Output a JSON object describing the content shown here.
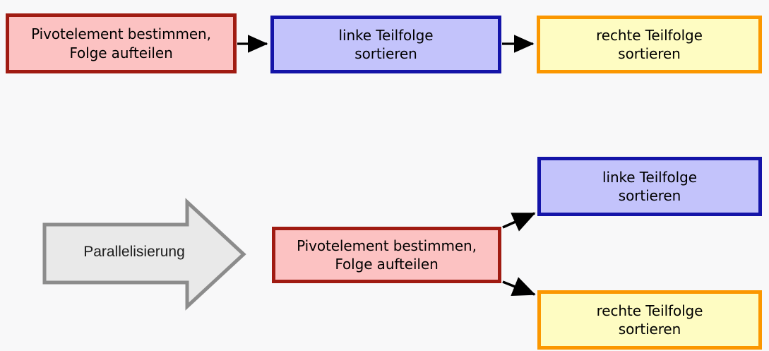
{
  "diagram": {
    "background_color": "#f8f8f9",
    "title": "",
    "big_arrow": {
      "label": "Parallelisierung",
      "fill": "#e9e9e9",
      "stroke": "#8c8c8c"
    },
    "connector_color": "#000000",
    "rows": {
      "sequential": {
        "nodes": [
          {
            "id": "split-top",
            "label": "Pivotelement bestimmen,\nFolge aufteilen",
            "fill": "#fcc2c2",
            "stroke": "#a01b12"
          },
          {
            "id": "left-top",
            "label": "linke Teilfolge\nsortieren",
            "fill": "#c3c3fb",
            "stroke": "#1414a8"
          },
          {
            "id": "right-top",
            "label": "rechte Teilfolge\nsortieren",
            "fill": "#fefcc2",
            "stroke": "#fb9700"
          }
        ]
      },
      "parallel": {
        "nodes": [
          {
            "id": "split-bottom",
            "label": "Pivotelement bestimmen,\nFolge aufteilen",
            "fill": "#fcc2c2",
            "stroke": "#a01b12"
          },
          {
            "id": "left-bottom",
            "label": "linke Teilfolge\nsortieren",
            "fill": "#c3c3fb",
            "stroke": "#1414a8"
          },
          {
            "id": "right-bottom",
            "label": "rechte Teilfolge\nsortieren",
            "fill": "#fefcc2",
            "stroke": "#fb9700"
          }
        ]
      }
    }
  }
}
